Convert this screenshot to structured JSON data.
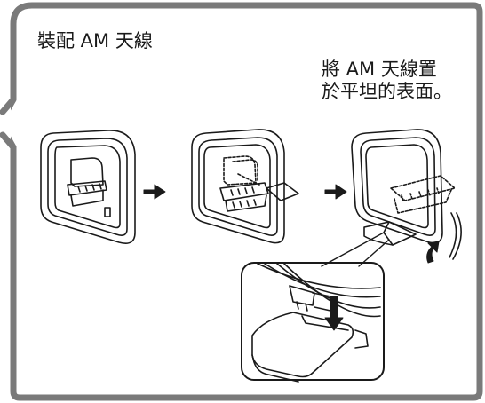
{
  "page": {
    "title": "裝配 AM 天線",
    "note_lines": [
      "將 AM 天線置",
      "於平坦的表面。"
    ]
  },
  "illustration": {
    "steps": [
      "antenna-folded",
      "antenna-unfolding",
      "antenna-standing"
    ],
    "arrow_icons": [
      "right-arrow-icon",
      "right-arrow-icon",
      "rotate-arrow-icon",
      "down-arrow-icon"
    ]
  },
  "colors": {
    "frame": "#7a7a7a",
    "line": "#1a1a1a",
    "background": "#ffffff"
  }
}
